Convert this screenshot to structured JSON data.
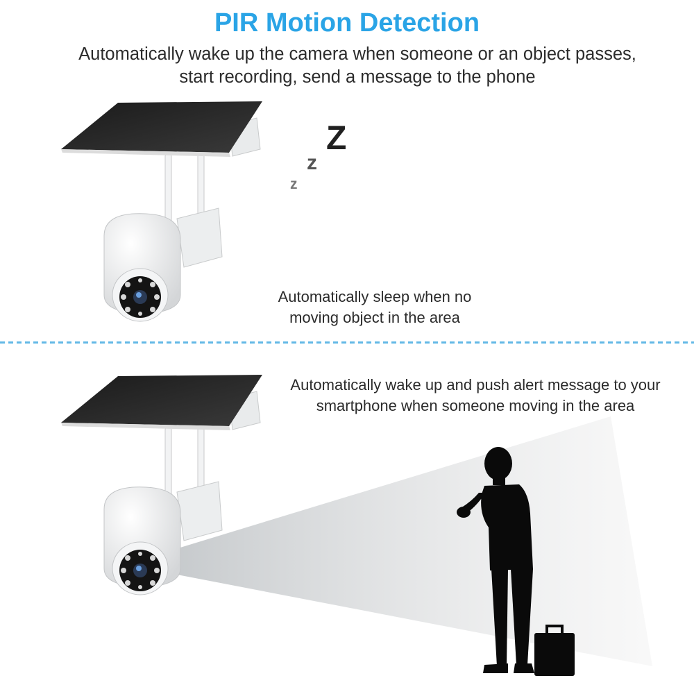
{
  "header": {
    "title": "PIR Motion Detection",
    "subtitle": "Automatically wake up the camera when someone or an object passes, start recording, send a message to the phone"
  },
  "sleep_state": {
    "caption_line1": "Automatically sleep when no",
    "caption_line2": "moving object in the area",
    "z_small": "z",
    "z_medium": "z",
    "z_large": "Z"
  },
  "wake_state": {
    "caption_line1": "Automatically wake up and push alert message to your",
    "caption_line2": "smartphone when someone moving in the area"
  },
  "colors": {
    "title": "#2aa4e6",
    "divider": "#62b8e6",
    "text": "#2b2b2b"
  },
  "icons": [
    "solar-camera-illustration",
    "person-silhouette",
    "motion-beam"
  ]
}
